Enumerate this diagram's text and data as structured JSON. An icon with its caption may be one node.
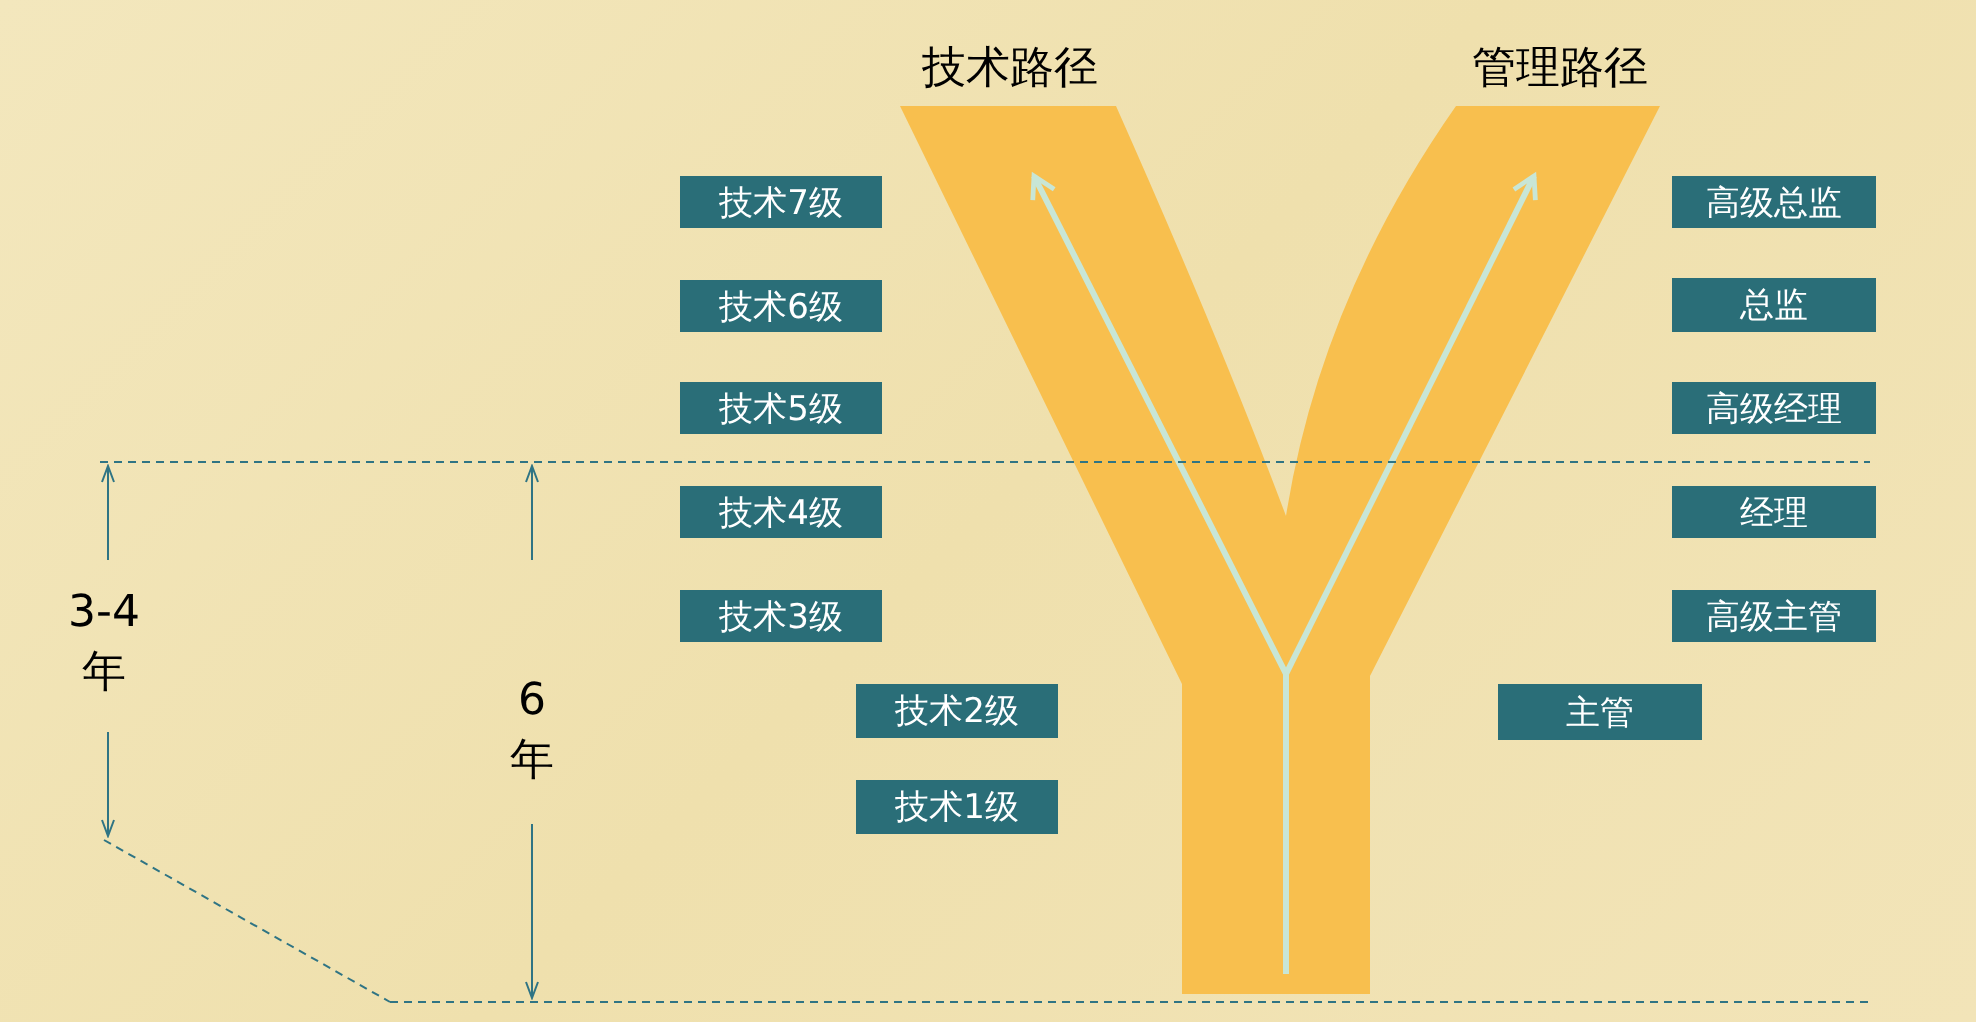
{
  "diagram": {
    "nodes": [
      {
        "text": [
          "技术7级"
        ]
      },
      {
        "text": [
          "技术6级"
        ]
      },
      {
        "text": [
          "技术5级"
        ]
      },
      {
        "text": [
          "技术4级"
        ]
      },
      {
        "text": [
          "技术3级"
        ]
      },
      {
        "text": [
          "技术2级"
        ]
      },
      {
        "text": [
          "技术1级"
        ]
      },
      {
        "text": [
          "高级总监"
        ]
      },
      {
        "text": [
          "总监"
        ]
      },
      {
        "text": [
          "高级经理"
        ]
      },
      {
        "text": [
          "经理"
        ]
      },
      {
        "text": [
          "高级主管"
        ]
      },
      {
        "text": [
          "主管"
        ]
      }
    ],
    "labels": [
      "技术路径",
      "管理路径",
      "3-4年",
      "6年"
    ]
  }
}
